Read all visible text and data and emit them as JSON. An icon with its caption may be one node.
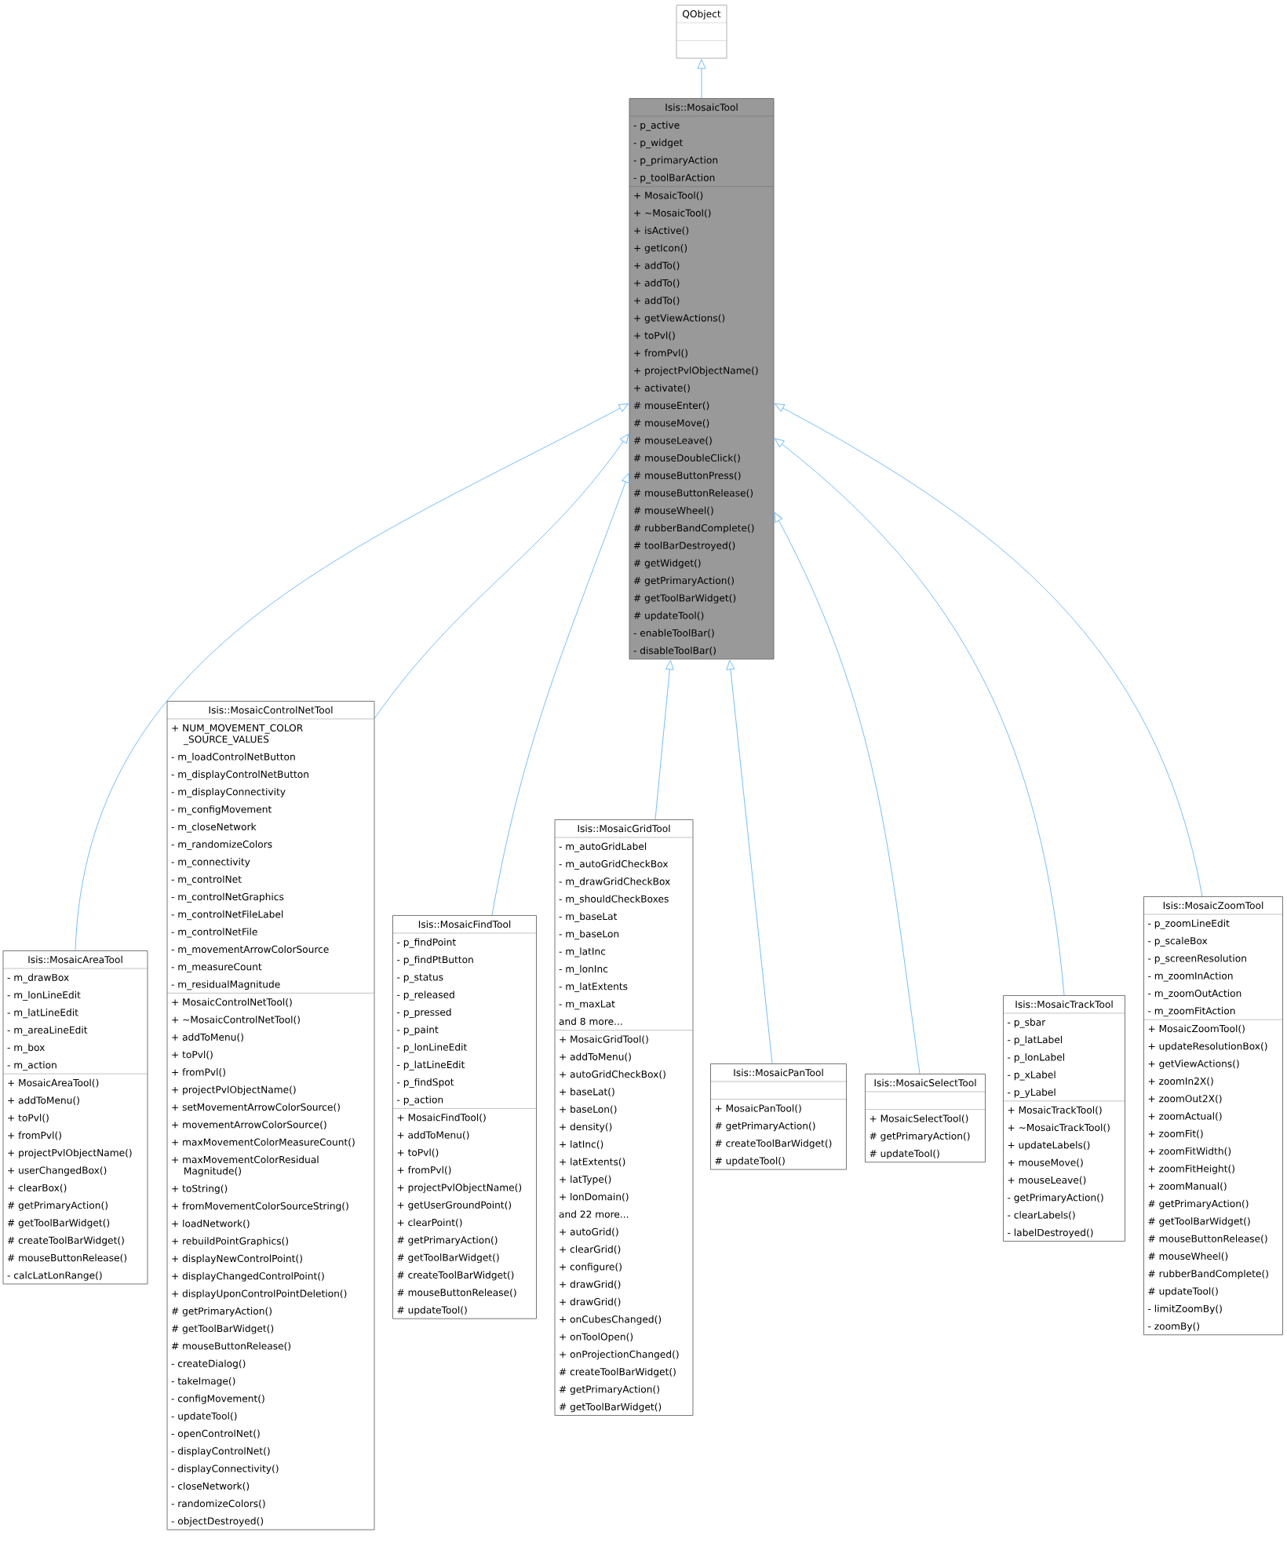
{
  "diagram": {
    "nodes": [
      {
        "text": [
          "QObject"
        ]
      },
      {
        "text": [
          "Isis::MosaicTool",
          "- p_active",
          "- p_widget",
          "- p_primaryAction",
          "- p_toolBarAction",
          "+ MosaicTool()",
          "+ ~MosaicTool()",
          "+ isActive()",
          "+ getIcon()",
          "+ addTo()",
          "+ addTo()",
          "+ addTo()",
          "+ getViewActions()",
          "+ toPvl()",
          "+ fromPvl()",
          "+ projectPvlObjectName()",
          "+ activate()",
          "# mouseEnter()",
          "# mouseMove()",
          "# mouseLeave()",
          "# mouseDoubleClick()",
          "# mouseButtonPress()",
          "# mouseButtonRelease()",
          "# mouseWheel()",
          "# rubberBandComplete()",
          "# toolBarDestroyed()",
          "# getWidget()",
          "# getPrimaryAction()",
          "# getToolBarWidget()",
          "# updateTool()",
          "- enableToolBar()",
          "- disableToolBar()"
        ]
      },
      {
        "text": [
          "Isis::MosaicAreaTool",
          "- m_drawBox",
          "- m_lonLineEdit",
          "- m_latLineEdit",
          "- m_areaLineEdit",
          "- m_box",
          "- m_action",
          "+ MosaicAreaTool()",
          "+ addToMenu()",
          "+ toPvl()",
          "+ fromPvl()",
          "+ projectPvlObjectName()",
          "+ userChangedBox()",
          "+ clearBox()",
          "# getPrimaryAction()",
          "# getToolBarWidget()",
          "# createToolBarWidget()",
          "# mouseButtonRelease()",
          "- calcLatLonRange()"
        ]
      },
      {
        "text": [
          "Isis::MosaicControlNetTool",
          "+ NUM_MOVEMENT_COLOR _SOURCE_VALUES",
          "- m_loadControlNetButton",
          "- m_displayControlNetButton",
          "- m_displayConnectivity",
          "- m_configMovement",
          "- m_closeNetwork",
          "- m_randomizeColors",
          "- m_connectivity",
          "- m_controlNet",
          "- m_controlNetGraphics",
          "- m_controlNetFileLabel",
          "- m_controlNetFile",
          "- m_movementArrowColorSource",
          "- m_measureCount",
          "- m_residualMagnitude",
          "+ MosaicControlNetTool()",
          "+ ~MosaicControlNetTool()",
          "+ addToMenu()",
          "+ toPvl()",
          "+ fromPvl()",
          "+ projectPvlObjectName()",
          "+ setMovementArrowColorSource()",
          "+ movementArrowColorSource()",
          "+ maxMovementColorMeasureCount()",
          "+ maxMovementColorResidual Magnitude()",
          "+ toString()",
          "+ fromMovementColorSourceString()",
          "+ loadNetwork()",
          "+ rebuildPointGraphics()",
          "+ displayNewControlPoint()",
          "+ displayChangedControlPoint()",
          "+ displayUponControlPointDeletion()",
          "# getPrimaryAction()",
          "# getToolBarWidget()",
          "# mouseButtonRelease()",
          "- createDialog()",
          "- takeImage()",
          "- configMovement()",
          "- updateTool()",
          "- openControlNet()",
          "- displayControlNet()",
          "- displayConnectivity()",
          "- closeNetwork()",
          "- randomizeColors()",
          "- objectDestroyed()"
        ]
      },
      {
        "text": [
          "Isis::MosaicFindTool",
          "- p_findPoint",
          "- p_findPtButton",
          "- p_status",
          "- p_released",
          "- p_pressed",
          "- p_paint",
          "- p_lonLineEdit",
          "- p_latLineEdit",
          "- p_findSpot",
          "- p_action",
          "+ MosaicFindTool()",
          "+ addToMenu()",
          "+ toPvl()",
          "+ fromPvl()",
          "+ projectPvlObjectName()",
          "+ getUserGroundPoint()",
          "+ clearPoint()",
          "# getPrimaryAction()",
          "# getToolBarWidget()",
          "# createToolBarWidget()",
          "# mouseButtonRelease()",
          "# updateTool()"
        ]
      },
      {
        "text": [
          "Isis::MosaicGridTool",
          "- m_autoGridLabel",
          "- m_autoGridCheckBox",
          "- m_drawGridCheckBox",
          "- m_shouldCheckBoxes",
          "- m_baseLat",
          "- m_baseLon",
          "- m_latInc",
          "- m_lonInc",
          "- m_latExtents",
          "- m_maxLat",
          "and 8 more...",
          "+ MosaicGridTool()",
          "+ addToMenu()",
          "+ autoGridCheckBox()",
          "+ baseLat()",
          "+ baseLon()",
          "+ density()",
          "+ latInc()",
          "+ latExtents()",
          "+ latType()",
          "+ lonDomain()",
          "and 22 more...",
          "+ autoGrid()",
          "+ clearGrid()",
          "+ configure()",
          "+ drawGrid()",
          "+ drawGrid()",
          "+ onCubesChanged()",
          "+ onToolOpen()",
          "+ onProjectionChanged()",
          "# createToolBarWidget()",
          "# getPrimaryAction()",
          "# getToolBarWidget()"
        ]
      },
      {
        "text": [
          "Isis::MosaicPanTool",
          "+ MosaicPanTool()",
          "# getPrimaryAction()",
          "# createToolBarWidget()",
          "# updateTool()"
        ]
      },
      {
        "text": [
          "Isis::MosaicSelectTool",
          "+ MosaicSelectTool()",
          "# getPrimaryAction()",
          "# updateTool()"
        ]
      },
      {
        "text": [
          "Isis::MosaicTrackTool",
          "- p_sbar",
          "- p_latLabel",
          "- p_lonLabel",
          "- p_xLabel",
          "- p_yLabel",
          "+ MosaicTrackTool()",
          "+ ~MosaicTrackTool()",
          "+ updateLabels()",
          "+ mouseMove()",
          "+ mouseLeave()",
          "- getPrimaryAction()",
          "- clearLabels()",
          "- labelDestroyed()"
        ]
      },
      {
        "text": [
          "Isis::MosaicZoomTool",
          "- p_zoomLineEdit",
          "- p_scaleBox",
          "- p_screenResolution",
          "- m_zoomInAction",
          "- m_zoomOutAction",
          "- m_zoomFitAction",
          "+ MosaicZoomTool()",
          "+ updateResolutionBox()",
          "+ getViewActions()",
          "+ zoomIn2X()",
          "+ zoomOut2X()",
          "+ zoomActual()",
          "+ zoomFit()",
          "+ zoomFitWidth()",
          "+ zoomFitHeight()",
          "+ zoomManual()",
          "# getPrimaryAction()",
          "# getToolBarWidget()",
          "# mouseButtonRelease()",
          "# mouseWheel()",
          "# rubberBandComplete()",
          "# updateTool()",
          "- limitZoomBy()",
          "- zoomBy()"
        ]
      }
    ],
    "edges": [
      {
        "from": 1,
        "to": 0,
        "arrow": "to"
      },
      {
        "from": 2,
        "to": 1,
        "arrow": "to"
      },
      {
        "from": 3,
        "to": 1,
        "arrow": "to"
      },
      {
        "from": 4,
        "to": 1,
        "arrow": "to"
      },
      {
        "from": 5,
        "to": 1,
        "arrow": "to"
      },
      {
        "from": 6,
        "to": 1,
        "arrow": "to"
      },
      {
        "from": 7,
        "to": 1,
        "arrow": "to"
      },
      {
        "from": 8,
        "to": 1,
        "arrow": "to"
      },
      {
        "from": 9,
        "to": 1,
        "arrow": "to"
      }
    ]
  }
}
